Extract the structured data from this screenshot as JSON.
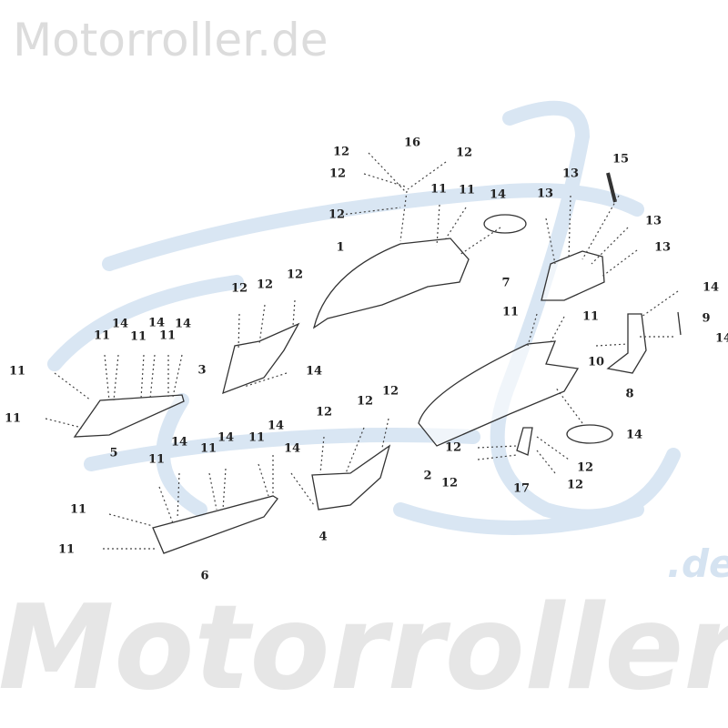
{
  "watermark": {
    "top": "Motorroller.de",
    "bottom": "Motorroller",
    "suffix": ".de"
  },
  "colors": {
    "watermark_gray": "#dcdcdc",
    "logo_blue": "#d5e3f1",
    "line": "#333333"
  },
  "callouts": [
    "12",
    "16",
    "12",
    "12",
    "11",
    "11",
    "14",
    "12",
    "15",
    "13",
    "13",
    "13",
    "13",
    "1",
    "7",
    "12",
    "12",
    "12",
    "14",
    "11",
    "11",
    "9",
    "14",
    "14",
    "14",
    "11",
    "11",
    "11",
    "14",
    "10",
    "3",
    "14",
    "11",
    "8",
    "12",
    "12",
    "12",
    "11",
    "14",
    "5",
    "2",
    "14",
    "11",
    "14",
    "11",
    "14",
    "14",
    "12",
    "11",
    "12",
    "12",
    "12",
    "17",
    "11",
    "4",
    "11",
    "6"
  ]
}
